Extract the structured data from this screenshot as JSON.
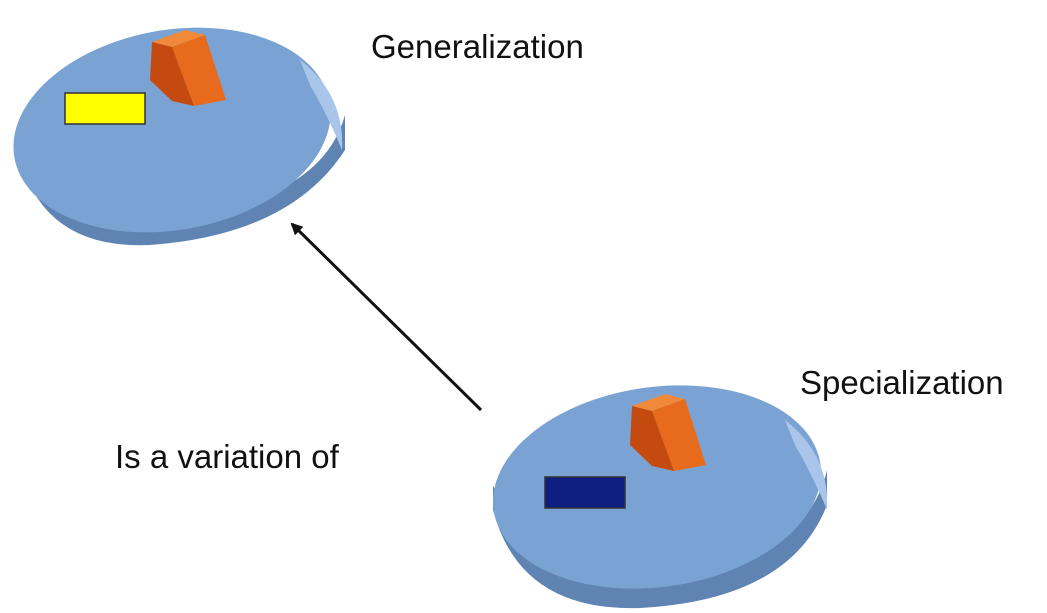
{
  "diagram": {
    "generalization_label": "Generalization",
    "specialization_label": "Specialization",
    "relation_label": "Is a variation of",
    "colors": {
      "disk_top": "#7aa3d4",
      "disk_side": "#5f84b4",
      "disk_edge_light": "#a9c6ea",
      "cube_front": "#c54a10",
      "cube_side": "#e86a1c",
      "cube_top": "#f08a3a",
      "generalization_rect": "#ffff00",
      "specialization_rect": "#0d1e80",
      "arrow": "#111111"
    }
  }
}
